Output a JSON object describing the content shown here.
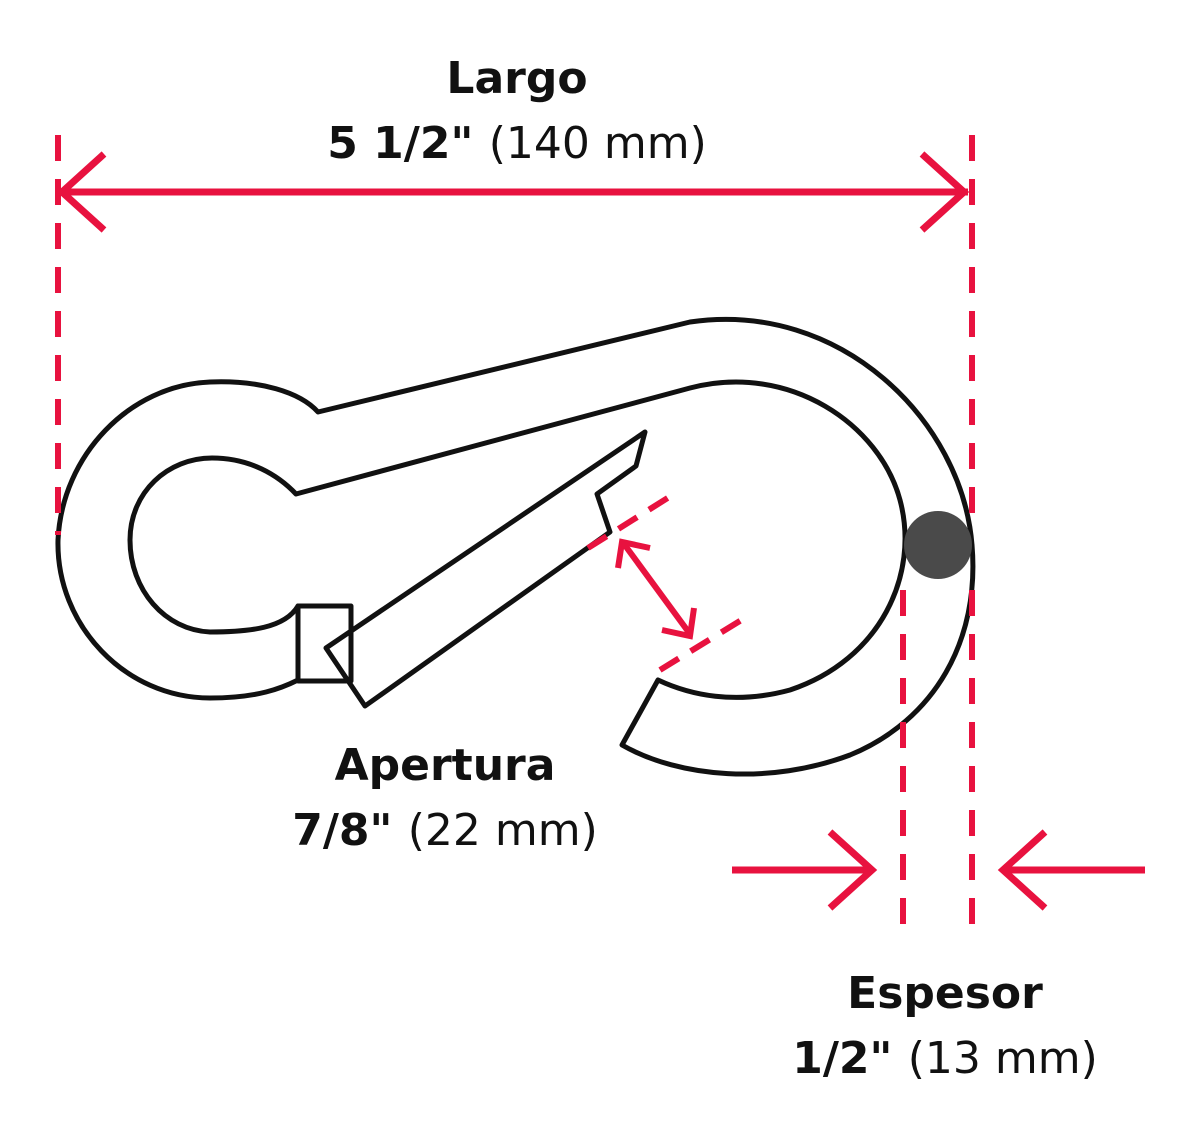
{
  "colors": {
    "accent": "#e8123f",
    "outline": "#111111",
    "background": "#ffffff",
    "wire_section": "#4a4a4a"
  },
  "dimensions": {
    "largo": {
      "name": "Largo",
      "imperial": "5 1/2\"",
      "metric": "(140 mm)"
    },
    "apertura": {
      "name": "Apertura",
      "imperial": "7/8\"",
      "metric": "(22 mm)"
    },
    "espesor": {
      "name": "Espesor",
      "imperial": "1/2\"",
      "metric": "(13 mm)"
    }
  }
}
